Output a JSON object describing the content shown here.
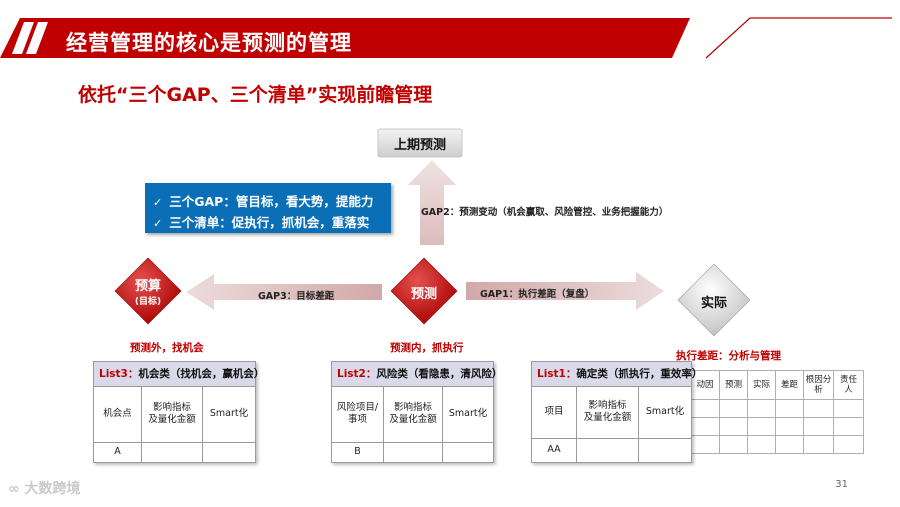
{
  "title": "经营管理的核心是预测的管理",
  "subtitle": "依托“三个GAP、三个清单”实现前瞻管理",
  "callout": {
    "lines": [
      "三个GAP：管目标，看大势，提能力",
      "三个清单：促执行，抓机会，重落实"
    ]
  },
  "nodes": {
    "prior": "上期预测",
    "budget_line1": "预算",
    "budget_line2": "(目标)",
    "forecast": "预测",
    "actual": "实际"
  },
  "gaps": {
    "gap1": "GAP1：执行差距（复盘）",
    "gap2": "GAP2：预测变动（机会赢取、风险管控、业务把握能力）",
    "gap3": "GAP3：目标差距"
  },
  "captions": {
    "budget": "预测外，找机会",
    "forecast": "预测内，抓执行",
    "actual": "执行差距：分析与管理"
  },
  "lists": [
    {
      "tag": "List3：",
      "title": "机会类（找机会，赢机会）",
      "columns": [
        "机会点",
        "影响指标\n及量化金额",
        "Smart化"
      ],
      "first_cell": "A"
    },
    {
      "tag": "List2：",
      "title": "风险类（看隐患，清风险）",
      "columns": [
        "风险项目/\n事项",
        "影响指标\n及量化金额",
        "Smart化"
      ],
      "first_cell": "B"
    },
    {
      "tag": "List1：",
      "title": "确定类（抓执行，重效率）",
      "columns": [
        "项目",
        "影响指标\n及量化金额",
        "Smart化"
      ],
      "first_cell": "AA"
    }
  ],
  "analysis_table": {
    "columns": [
      "动因",
      "预测",
      "实际",
      "差距",
      "根因分\n析",
      "责任\n人"
    ]
  },
  "page_number": "31",
  "watermark": "大数跨境",
  "colors": {
    "brand_red": "#c00000",
    "callout_blue": "#0b6fb8",
    "arrow_grey": "#d7b9b9"
  }
}
